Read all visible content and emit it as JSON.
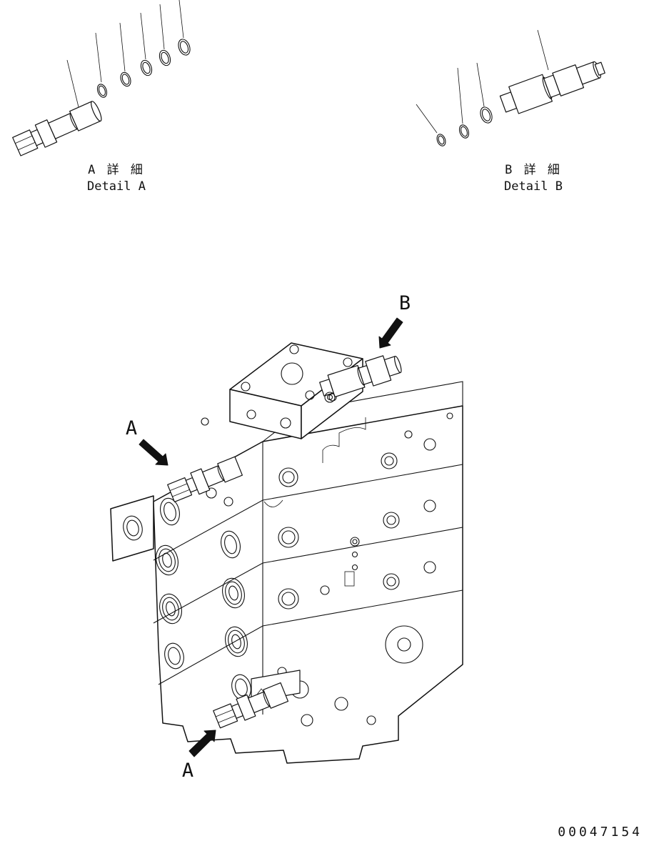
{
  "page": {
    "background": "#ffffff",
    "line_color": "#111111"
  },
  "details": {
    "detail_a": {
      "label_local": "A 詳 細",
      "label_en": "Detail A"
    },
    "detail_b": {
      "label_local": "B 詳 細",
      "label_en": "Detail B"
    }
  },
  "callouts": {
    "a_upper": "A",
    "b": "B",
    "a_lower": "A"
  },
  "footer": {
    "part_number": "00047154"
  }
}
